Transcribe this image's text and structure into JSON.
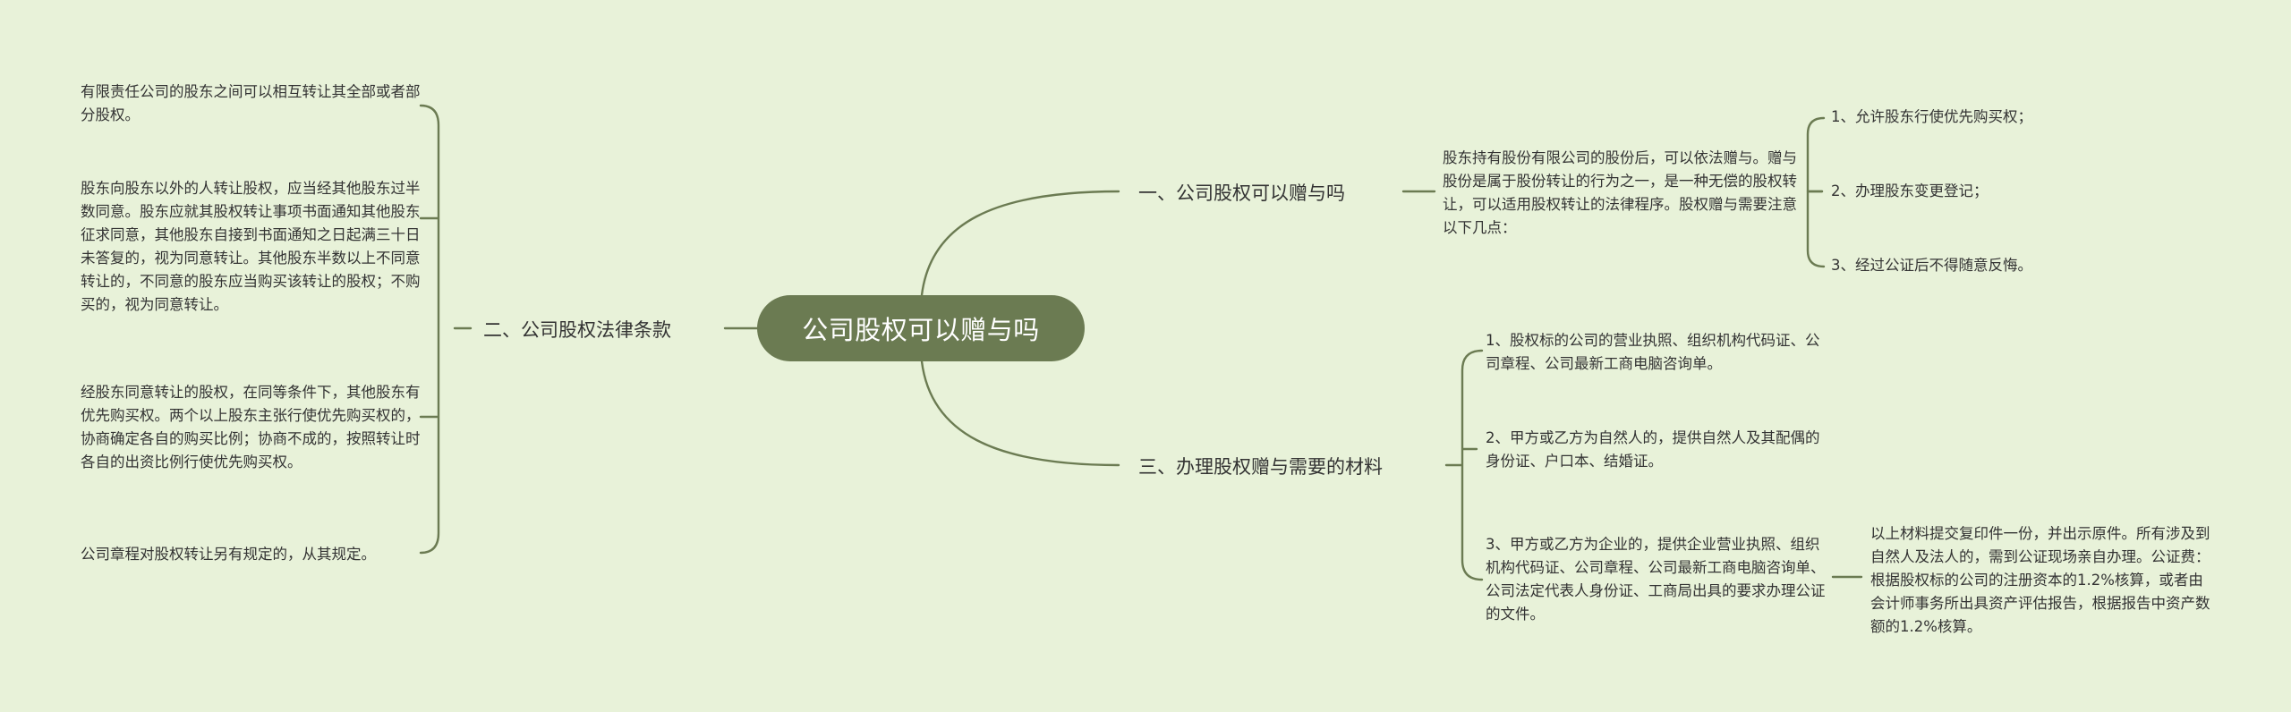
{
  "root": "公司股权可以赠与吗",
  "branches": {
    "b1": {
      "title": "一、公司股权可以赠与吗",
      "intro": "股东持有股份有限公司的股份后，可以依法赠与。赠与股份是属于股份转让的行为之一，是一种无偿的股权转让，可以适用股权转让的法律程序。股权赠与需要注意以下几点：",
      "points": [
        "1、允许股东行使优先购买权；",
        "2、办理股东变更登记；",
        "3、经过公证后不得随意反悔。"
      ]
    },
    "b2": {
      "title": "二、公司股权法律条款",
      "items": [
        "有限责任公司的股东之间可以相互转让其全部或者部分股权。",
        "股东向股东以外的人转让股权，应当经其他股东过半数同意。股东应就其股权转让事项书面通知其他股东征求同意，其他股东自接到书面通知之日起满三十日未答复的，视为同意转让。其他股东半数以上不同意转让的，不同意的股东应当购买该转让的股权；不购买的，视为同意转让。",
        "经股东同意转让的股权，在同等条件下，其他股东有优先购买权。两个以上股东主张行使优先购买权的，协商确定各自的购买比例；协商不成的，按照转让时各自的出资比例行使优先购买权。",
        "公司章程对股权转让另有规定的，从其规定。"
      ]
    },
    "b3": {
      "title": "三、办理股权赠与需要的材料",
      "items": [
        "1、股权标的公司的营业执照、组织机构代码证、公司章程、公司最新工商电脑咨询单。",
        "2、甲方或乙方为自然人的，提供自然人及其配偶的身份证、户口本、结婚证。",
        "3、甲方或乙方为企业的，提供企业营业执照、组织机构代码证、公司章程、公司最新工商电脑咨询单、公司法定代表人身份证、工商局出具的要求办理公证的文件。"
      ],
      "note": "以上材料提交复印件一份，并出示原件。所有涉及到自然人及法人的，需到公证现场亲自办理。公证费：根据股权标的公司的注册资本的1.2%核算，或者由会计师事务所出具资产评估报告，根据报告中资产数额的1.2%核算。"
    }
  },
  "colors": {
    "background": "#e8f2d9",
    "root_fill": "#6b7b52",
    "line": "#6b7b52",
    "root_text": "#ffffff"
  }
}
